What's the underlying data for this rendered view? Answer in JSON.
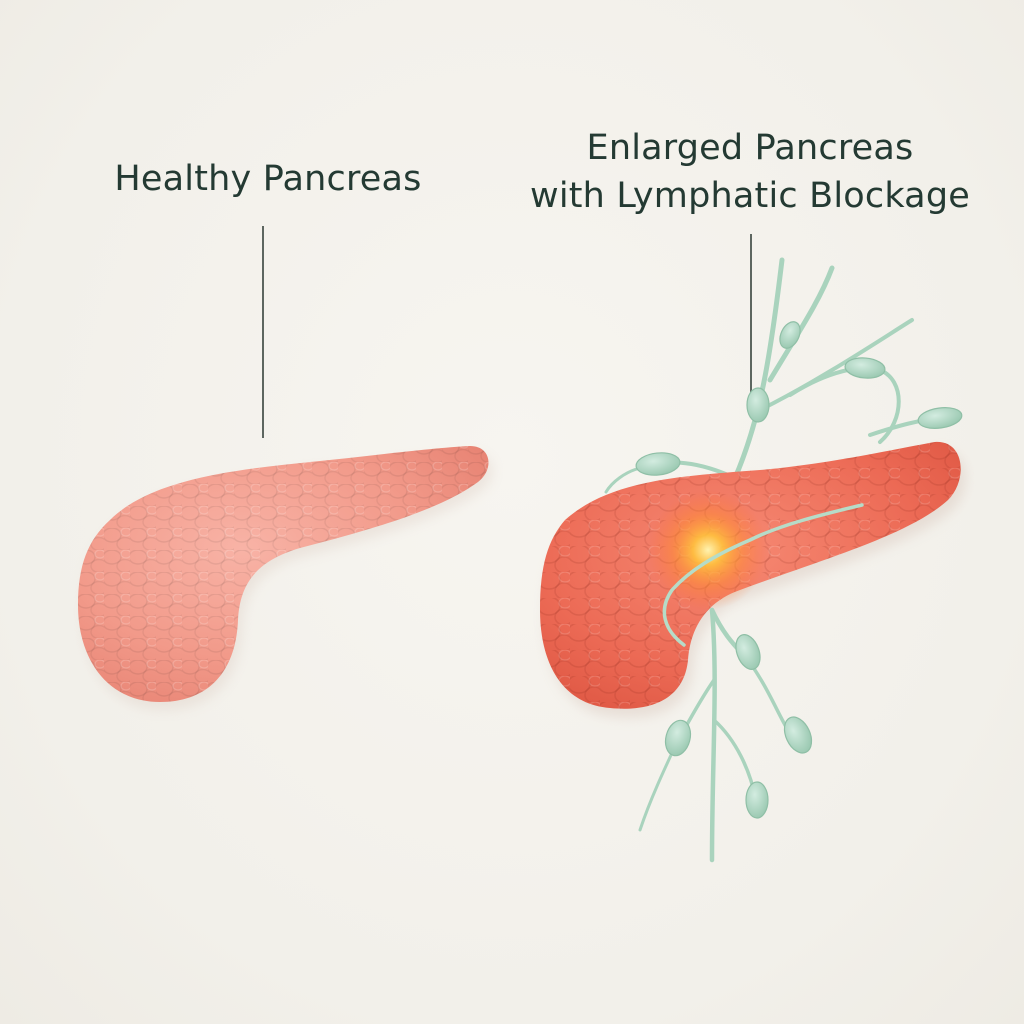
{
  "labels": {
    "healthy": "Healthy Pancreas",
    "enlarged_line1": "Enlarged Pancreas",
    "enlarged_line2": "with Lymphatic Blockage"
  },
  "colors": {
    "background": "#f4f2ec",
    "label_text": "#243a33",
    "healthy_tissue": "#f29a8a",
    "enlarged_tissue": "#ec6a55",
    "inflammation_glow": "#ffb02e",
    "lymphatic": "#a9d3bd"
  }
}
